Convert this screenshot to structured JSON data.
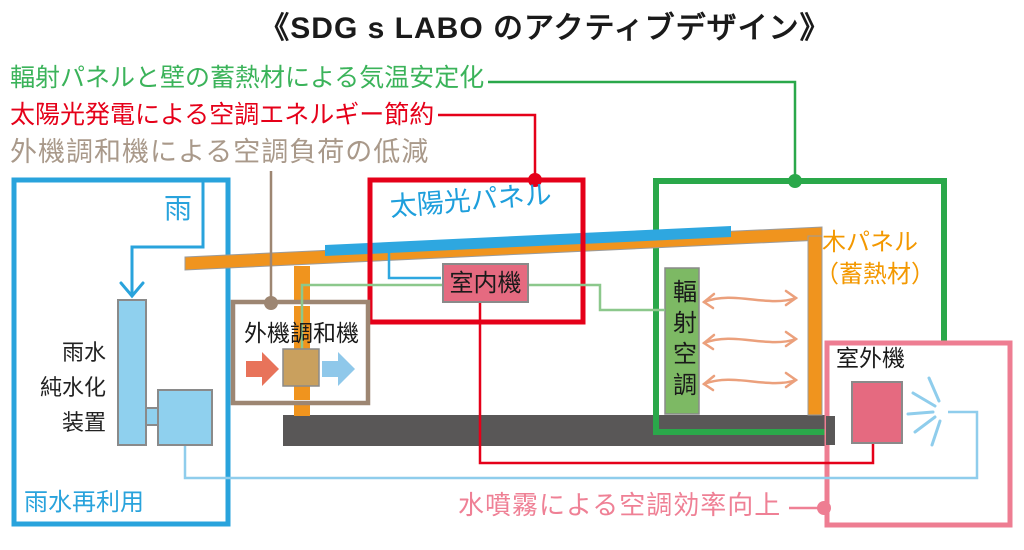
{
  "title": "《SDG s LABO のアクティブデザイン》",
  "annotations": {
    "thermal": {
      "label": "輻射パネルと壁の蓄熱材による気温安定化",
      "color": "#3bb35a"
    },
    "solar": {
      "label": "太陽光発電による空調エネルギー節約",
      "color": "#e50019"
    },
    "oac": {
      "label": "外機調和機による空調負荷の低減",
      "color": "#a9998a"
    },
    "spray": {
      "label": "水噴霧による空調効率向上",
      "color": "#ef8095"
    }
  },
  "diagram": {
    "rain": "雨",
    "purifier_line1": "雨水",
    "purifier_line2": "純水化",
    "purifier_line3": "装置",
    "rain_reuse": "雨水再利用",
    "solar_panel": "太陽光パネル",
    "indoor_unit": "室内機",
    "outdoor_air_handler": "外機調和機",
    "radiant_ac": "輻射空調",
    "wood_panel_line1": "木パネル",
    "wood_panel_line2": "（蓄熱材）",
    "outdoor_unit": "室外機"
  },
  "colors": {
    "blue": "#29a3dc",
    "light_blue": "#8fcdec",
    "panel_blue": "#2ea7e0",
    "red": "#e50019",
    "green": "#2aa84a",
    "light_green": "#8cc88c",
    "text_green": "#3bb35a",
    "orange": "#f0941e",
    "orange_text": "#f39800",
    "brown": "#9d8672",
    "brown_text": "#a9998a",
    "tan": "#c9a05e",
    "pink": "#ee7d92",
    "pink_fill": "#e56a80",
    "coral": "#e8735a",
    "wavy_arrow": "#eba07c",
    "floor_gray": "#595757",
    "border_gray": "#8a8a8a"
  }
}
